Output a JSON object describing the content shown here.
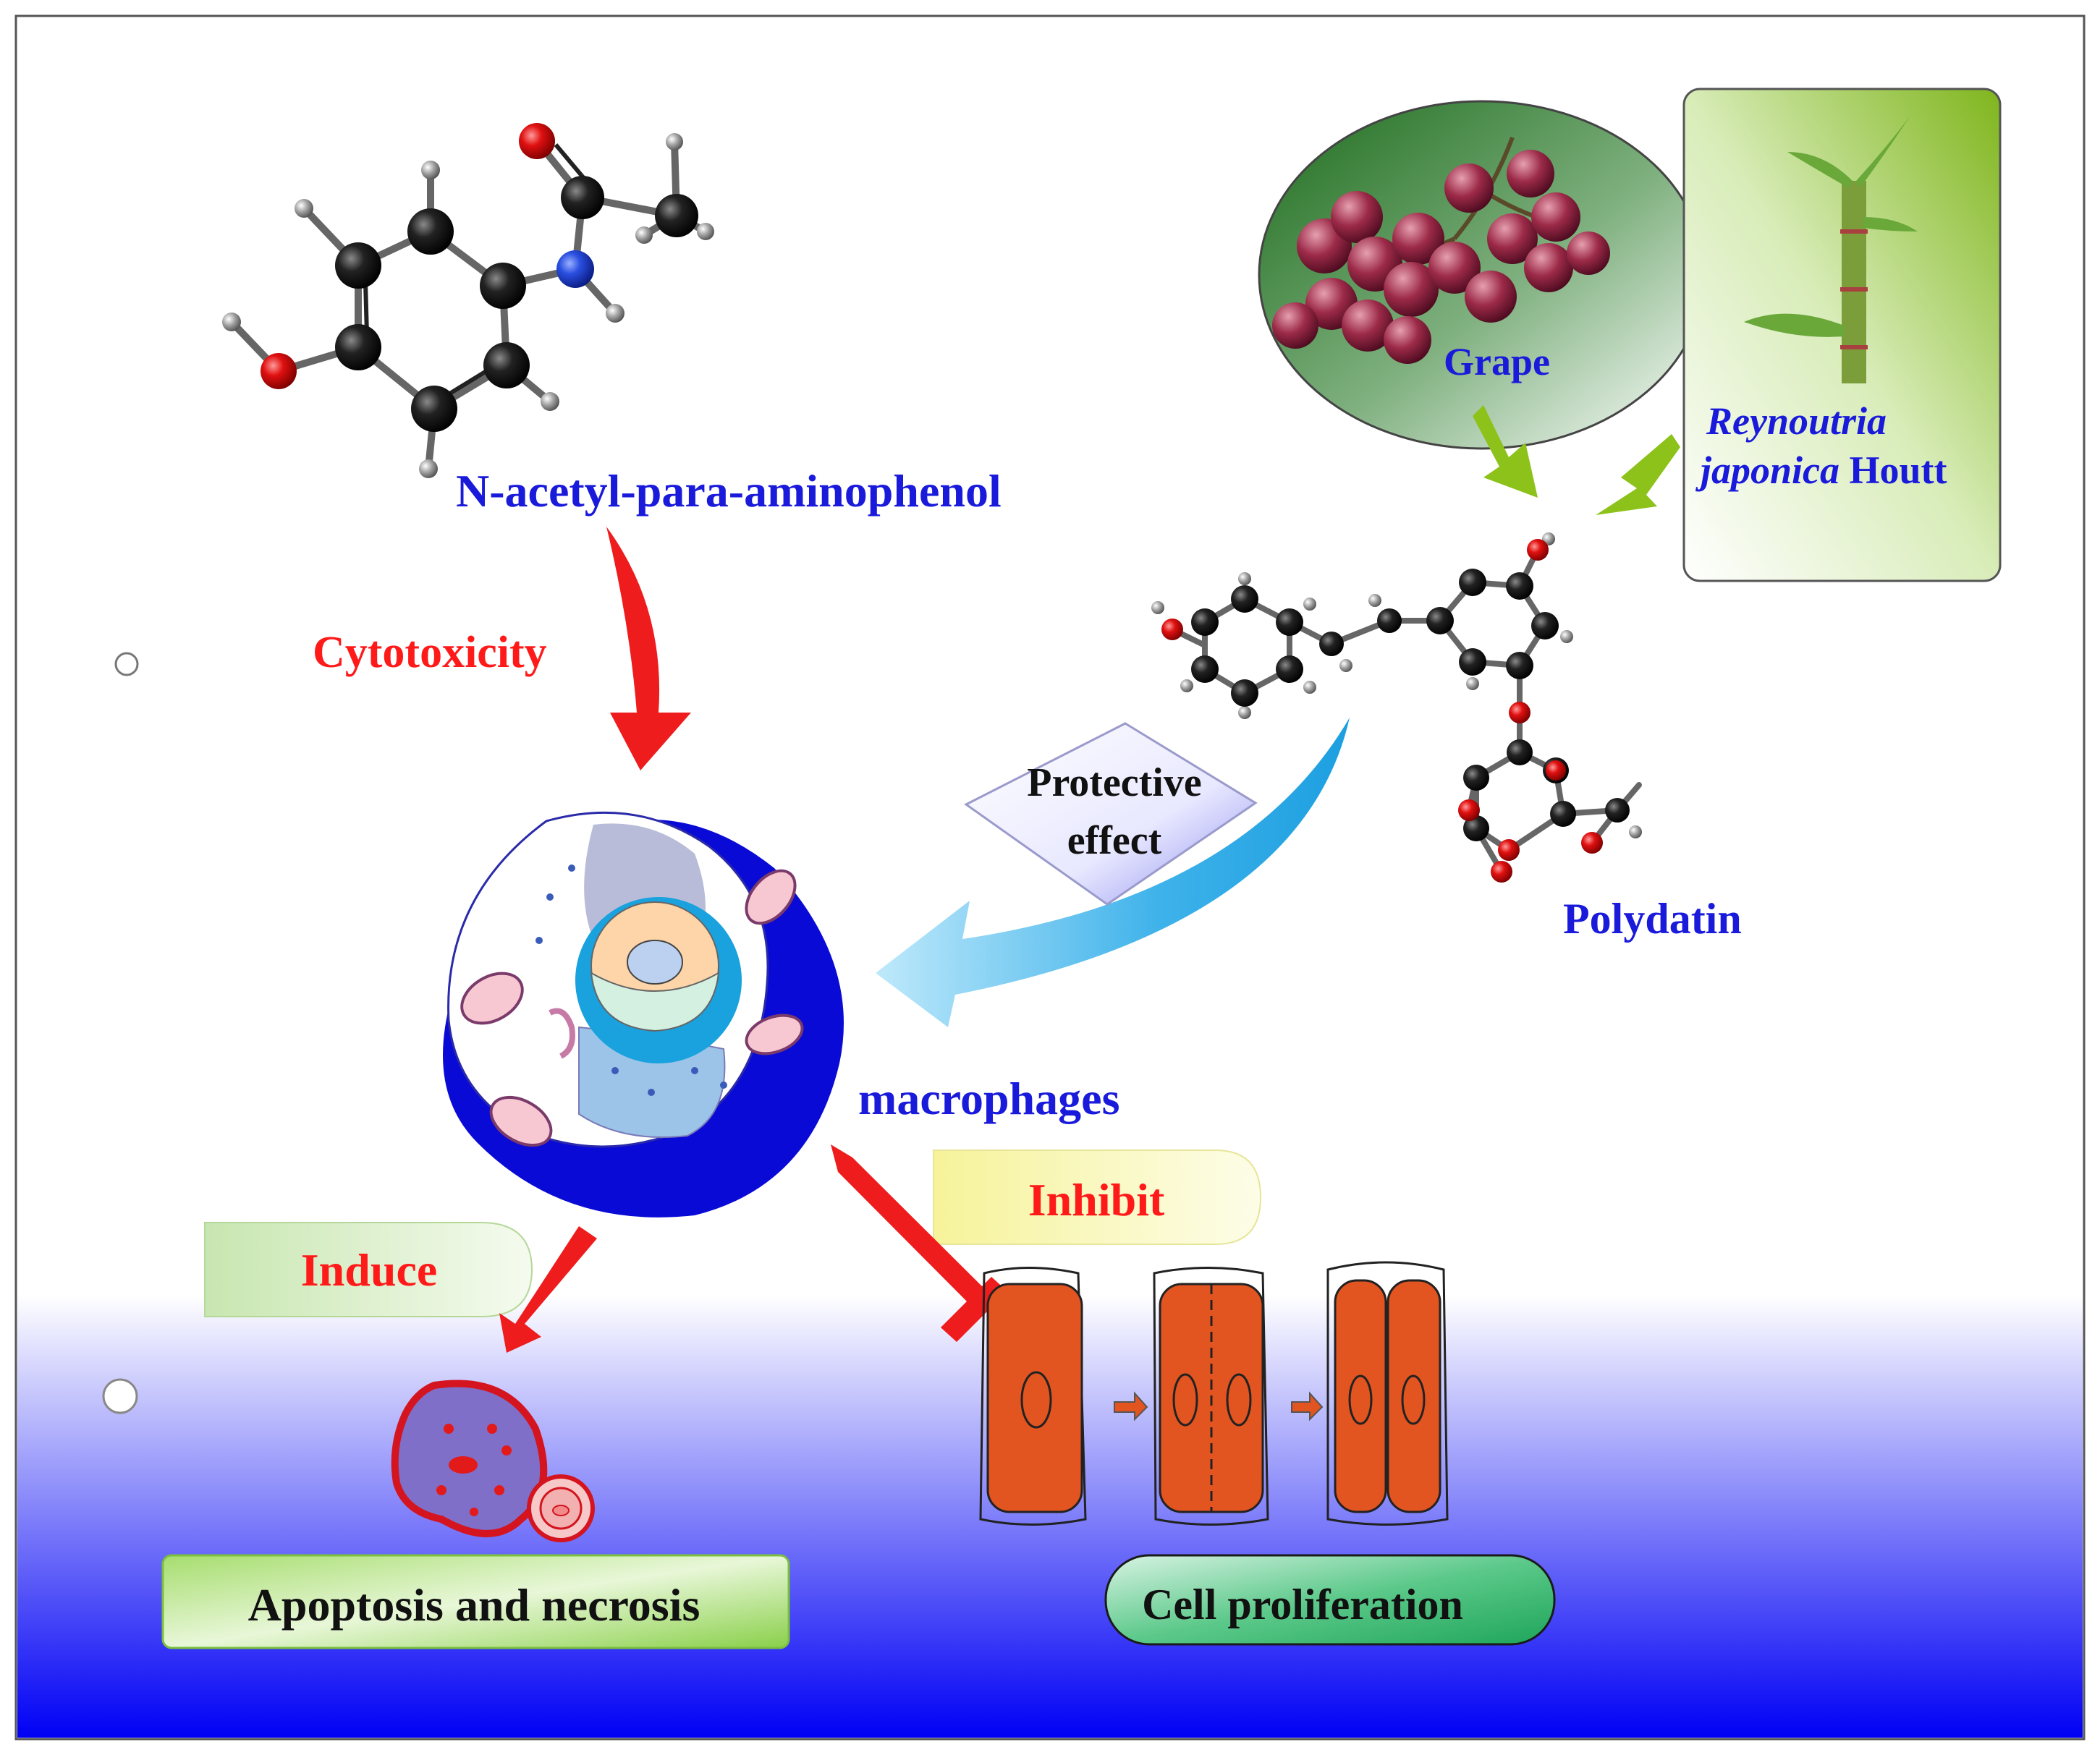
{
  "labels": {
    "apap": "N-acetyl-para-aminophenol",
    "cytotoxicity": "Cytotoxicity",
    "grape": "Grape",
    "reynoutria_genus": "Reynoutria",
    "reynoutria_species": "japonica",
    "reynoutria_author": "Houtt",
    "polydatin": "Polydatin",
    "protective_line1": "Protective",
    "protective_line2": "effect",
    "macrophages": "macrophages",
    "induce": "Induce",
    "inhibit": "Inhibit",
    "apoptosis": "Apoptosis and necrosis",
    "proliferation": "Cell proliferation"
  },
  "colors": {
    "blue_text": "#1a1adb",
    "red_text": "#ff1a1a",
    "arrow_red": "#ee1c1c",
    "arrow_green": "#8cc21a",
    "arrow_cyan": "#3fb3ea",
    "bottom_gradient_end": "#0000ff",
    "cell_orange": "#e25420",
    "macrophage_blue": "#0a0ad6"
  },
  "icons": [
    "apap-molecule-icon",
    "grape-photo-icon",
    "reynoutria-plant-icon",
    "polydatin-molecule-icon",
    "macrophage-cell-icon",
    "apoptotic-cell-icon",
    "dividing-cell-icon"
  ]
}
